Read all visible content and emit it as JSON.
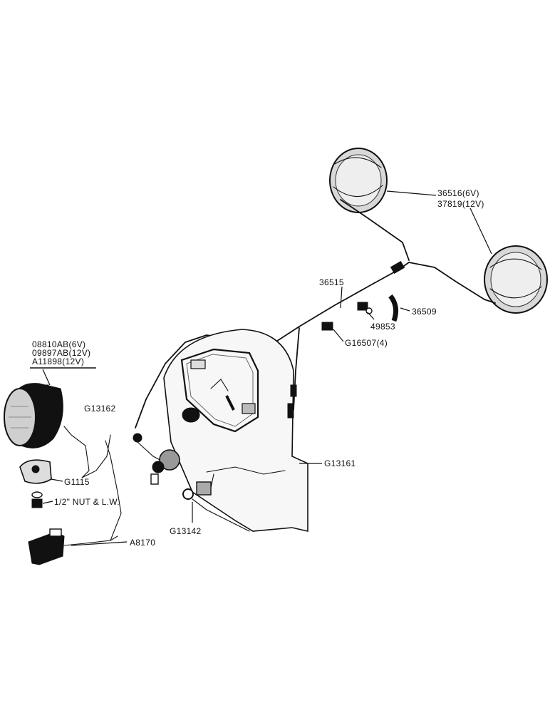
{
  "labels": {
    "rear_lamp_6v": "36516(6V)",
    "rear_lamp_12v": "37819(12V)",
    "harness": "36515",
    "clip_36509": "36509",
    "clip_49853": "49853",
    "clip_g16507": "G16507(4)",
    "headlamp_6v": "08810AB(6V)",
    "headlamp_12v": "09897AB(12V)",
    "headlamp_a11898": "A11898(12V)",
    "wire_g13162": "G13162",
    "wire_g13161": "G13161",
    "bracket_g1115": "G1115",
    "nut": "1/2\" NUT & L.W.",
    "switch_g13142": "G13142",
    "switch_a8170": "A8170"
  },
  "colors": {
    "ink": "#111111",
    "paper": "#ffffff",
    "lens": "#d8d8d8"
  }
}
